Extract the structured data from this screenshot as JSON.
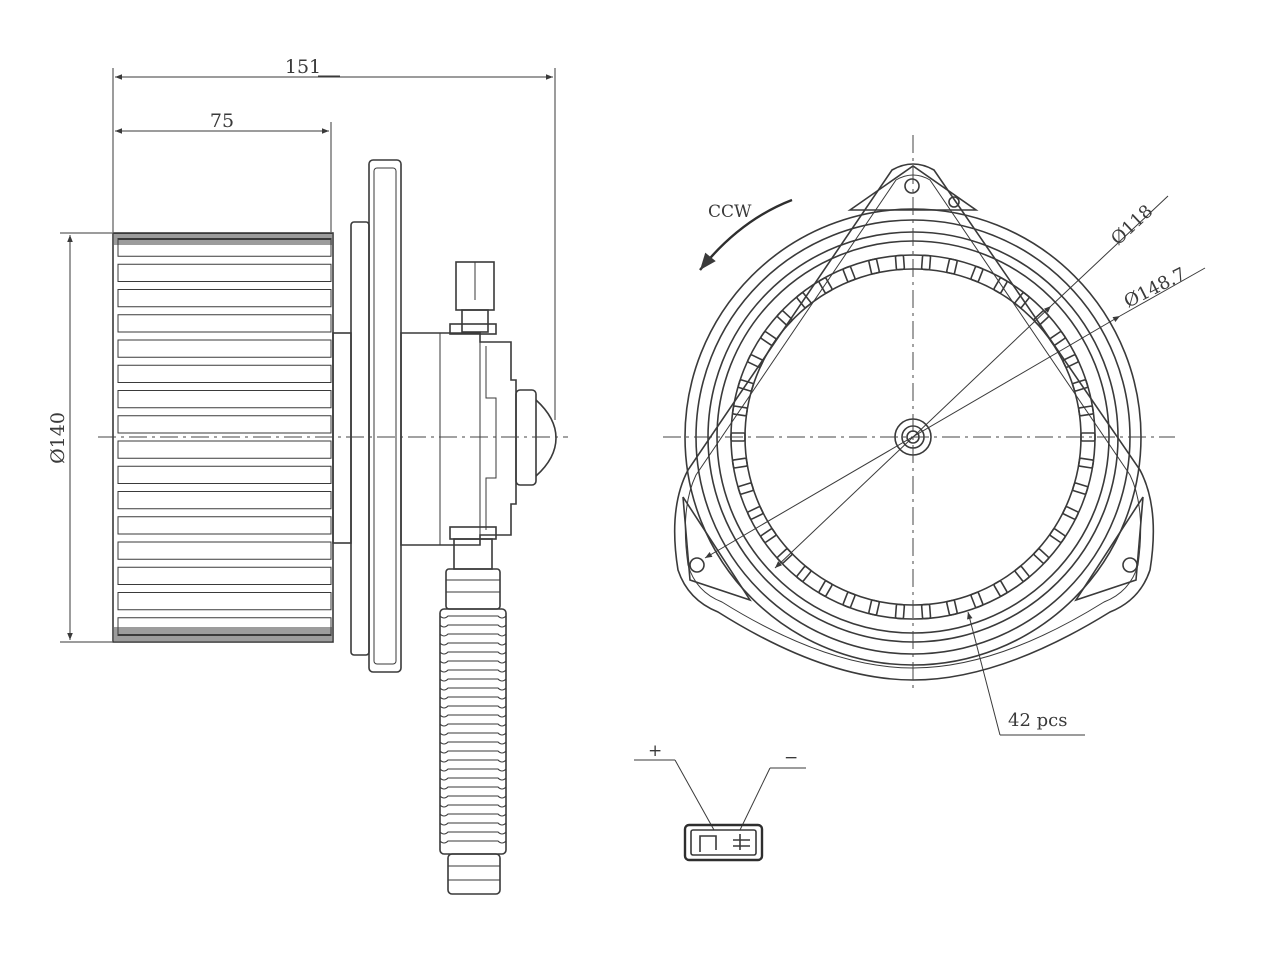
{
  "dimensions": {
    "overall_length": "151",
    "fan_length": "75",
    "fan_diameter": "Ø140",
    "inner_diameter": "Ø118",
    "outer_diameter": "Ø148.7",
    "blade_count": "42 pcs"
  },
  "rotation": "CCW",
  "connector": {
    "positive": "+",
    "negative": "−"
  },
  "blade_count_value": 42
}
